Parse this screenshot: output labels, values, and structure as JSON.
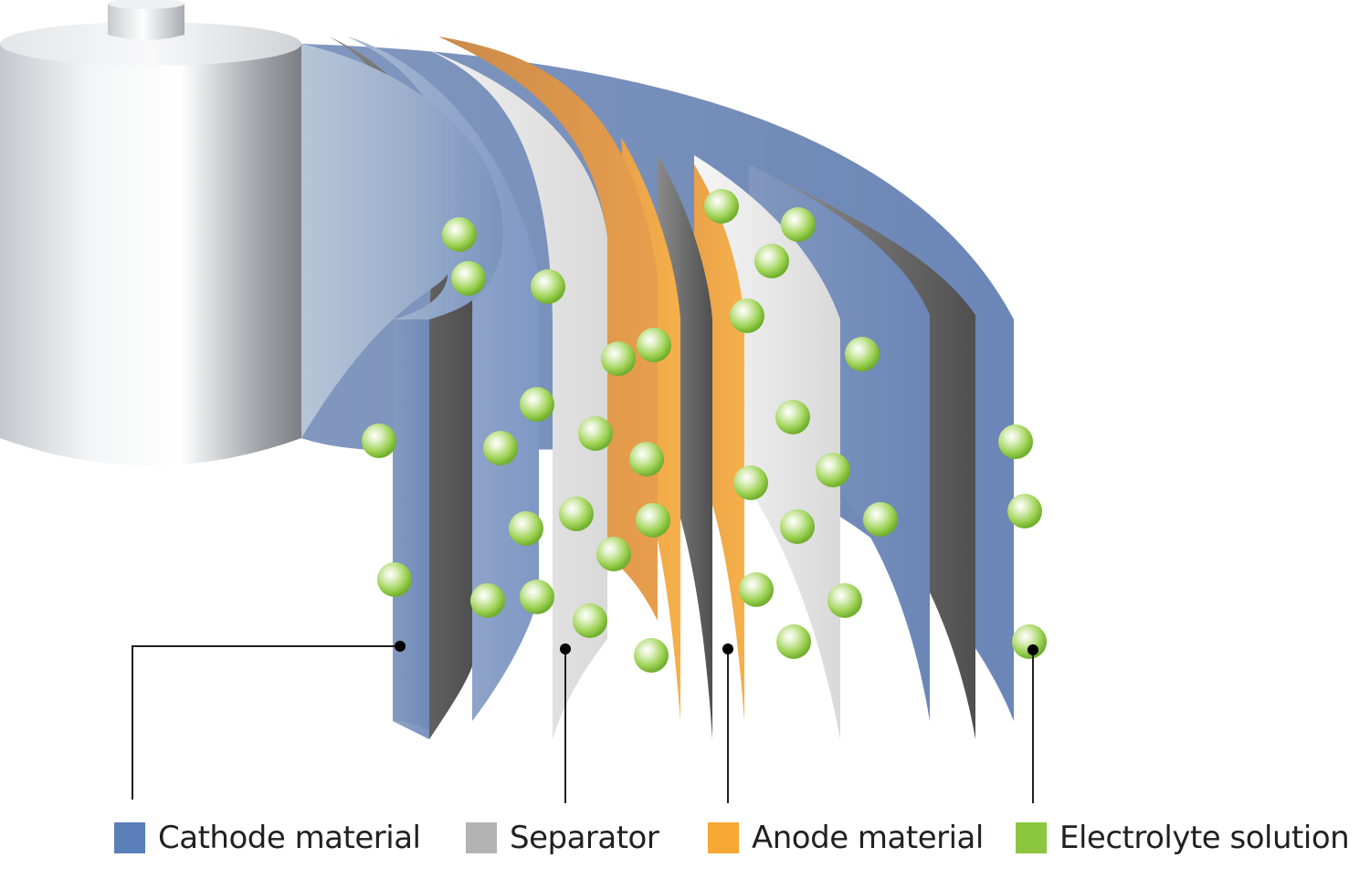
{
  "colors": {
    "cathode": "#5b7fb8",
    "separator": "#b3b3b3",
    "anode": "#f5a833",
    "electrolyte": "#8cc63f"
  },
  "legend": {
    "items": [
      {
        "key": "cathode",
        "label": "Cathode material",
        "color": "#5b7fb8"
      },
      {
        "key": "separator",
        "label": "Separator",
        "color": "#b3b3b3"
      },
      {
        "key": "anode",
        "label": "Anode material",
        "color": "#f5a833"
      },
      {
        "key": "electrolyte",
        "label": "Electrolyte solution",
        "color": "#8cc63f"
      }
    ]
  }
}
